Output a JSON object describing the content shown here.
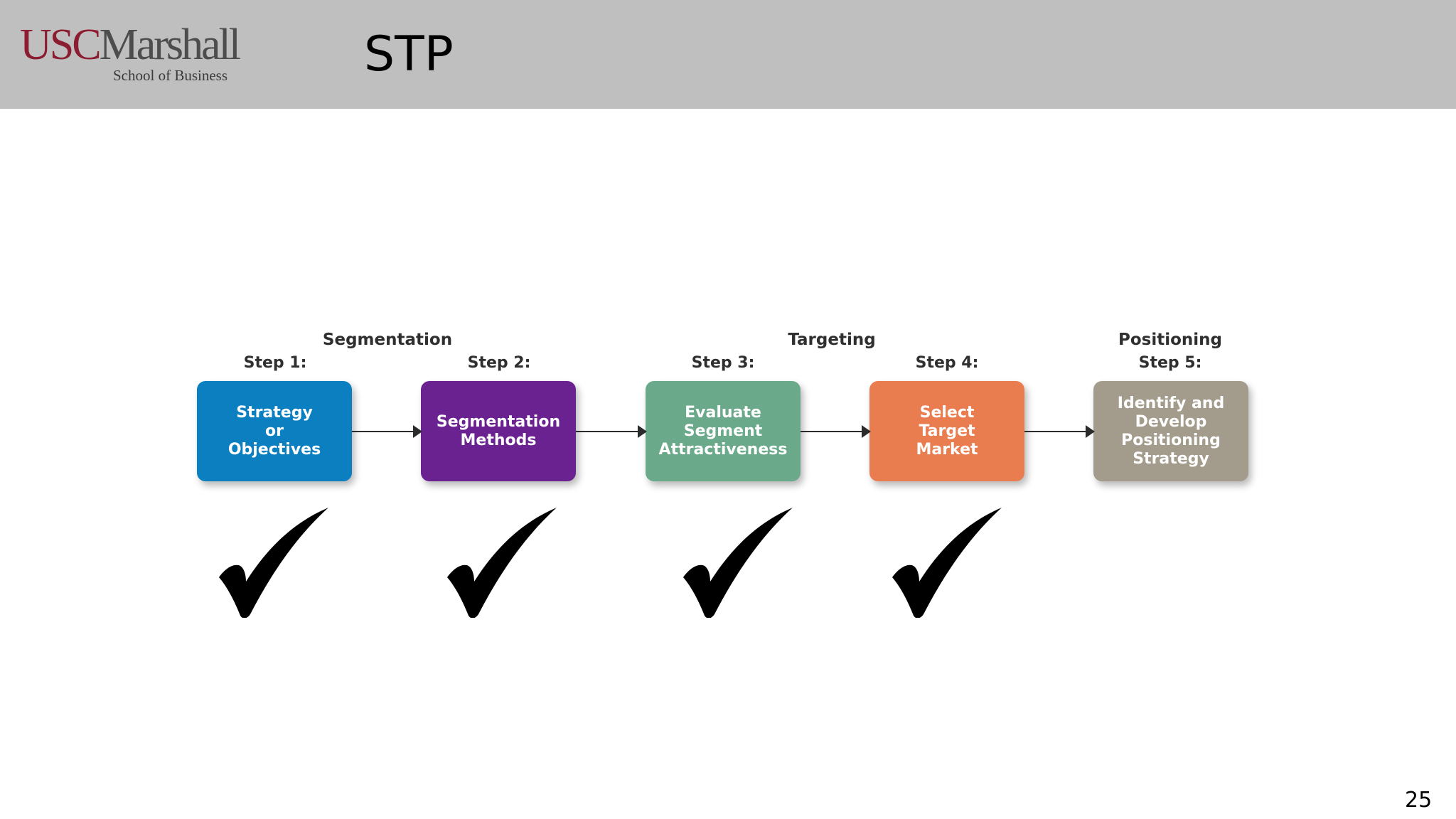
{
  "header": {
    "logo": {
      "line1_usc": "USC",
      "line1_marshall": "Marshall",
      "line2": "School of Business"
    },
    "title": "STP"
  },
  "diagram": {
    "phases": [
      "Segmentation",
      "Targeting",
      "Positioning"
    ],
    "steps": [
      {
        "label": "Step 1:",
        "text": "Strategy\nor\nObjectives",
        "color": "#0b7fbf"
      },
      {
        "label": "Step 2:",
        "text": "Segmentation\nMethods",
        "color": "#6b2291"
      },
      {
        "label": "Step 3:",
        "text": "Evaluate\nSegment\nAttractiveness",
        "color": "#6aa98a"
      },
      {
        "label": "Step 4:",
        "text": "Select\nTarget\nMarket",
        "color": "#ea7d4f"
      },
      {
        "label": "Step 5:",
        "text": "Identify and\nDevelop\nPositioning\nStrategy",
        "color": "#a39b8c"
      }
    ],
    "arrow_color": "#2b2b2b"
  },
  "checkmarks": {
    "completed_steps": [
      1,
      2,
      3,
      4
    ],
    "icon": "checkmark-icon",
    "color": "#000000"
  },
  "footer": {
    "page_number": "25"
  }
}
